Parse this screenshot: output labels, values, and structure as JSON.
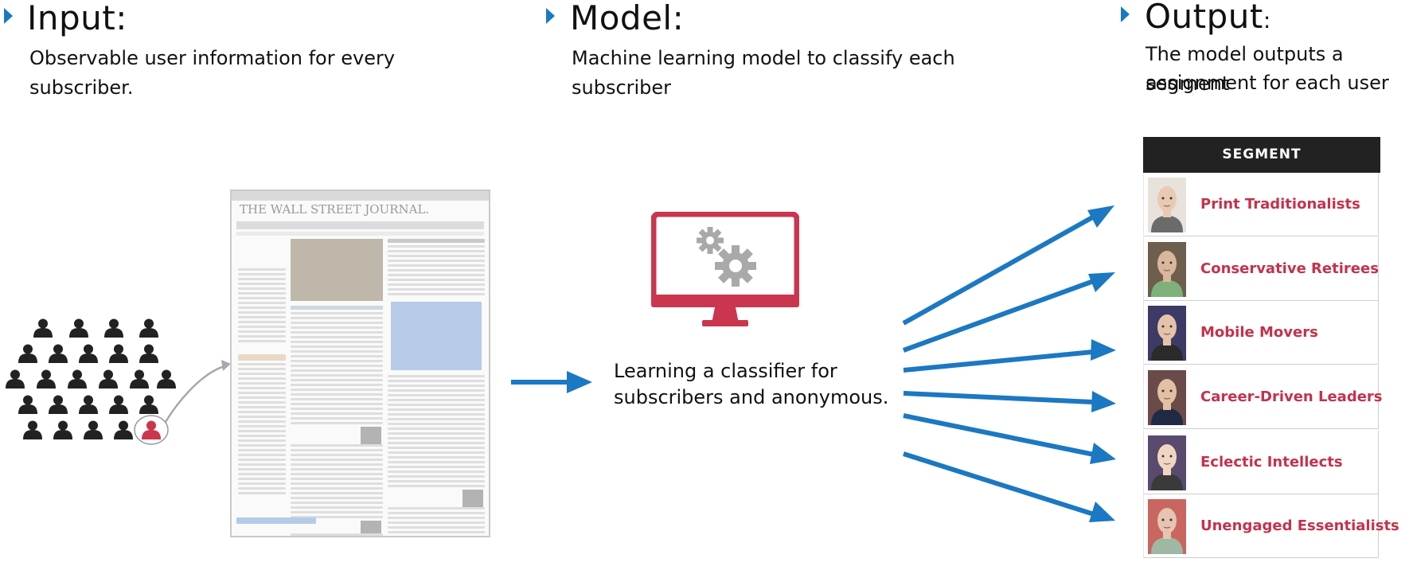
{
  "input": {
    "heading": "Input:",
    "description_line1": "Observable user information for every",
    "description_line2": "subscriber."
  },
  "model": {
    "heading": "Model:",
    "description_line1": "Machine learning model to classify each",
    "description_line2": "subscriber",
    "caption_line1": "Learning a classifier for",
    "caption_line2": "subscribers and anonymous."
  },
  "output": {
    "heading": "Output",
    "heading_colon": ":",
    "description_line1": "The model outputs a segment",
    "description_line2": "assignment for each user"
  },
  "newspaper": {
    "masthead": "THE WALL STREET JOURNAL."
  },
  "segment_table": {
    "header": "SEGMENT",
    "rows": [
      {
        "label": "Print Traditionalists",
        "avatar_bg": "#e7e2dc",
        "skin": "#e9c9b2",
        "shirt": "#6b6b6b"
      },
      {
        "label": "Conservative Retirees",
        "avatar_bg": "#6e5e4d",
        "skin": "#d9b79c",
        "shirt": "#7fb07a"
      },
      {
        "label": "Mobile Movers",
        "avatar_bg": "#3d3a66",
        "skin": "#e4c3a8",
        "shirt": "#2b2b2b"
      },
      {
        "label": "Career-Driven Leaders",
        "avatar_bg": "#6b4a4a",
        "skin": "#e3bfa3",
        "shirt": "#1f2a44"
      },
      {
        "label": "Eclectic Intellects",
        "avatar_bg": "#5a4a6e",
        "skin": "#f0d6c2",
        "shirt": "#3a3a3a"
      },
      {
        "label": "Unengaged Essentialists",
        "avatar_bg": "#c9665f",
        "skin": "#e6c4b2",
        "shirt": "#9fb8a3"
      }
    ]
  },
  "colors": {
    "accent_blue": "#1b78c2",
    "brand_red": "#c9364e",
    "label_red": "#c4324b",
    "user_icon": "#222222",
    "highlight_user": "#c9364e"
  }
}
